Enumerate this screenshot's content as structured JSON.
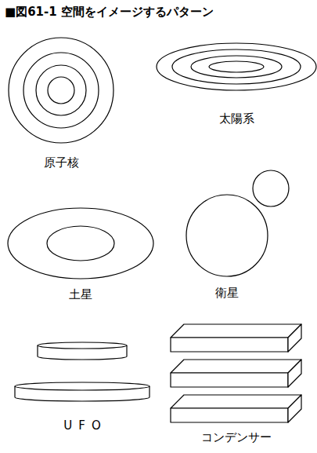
{
  "diagram": {
    "title": "■図61-1 空間をイメージするパターン",
    "labels": [
      "原子核",
      "太陽系",
      "土星",
      "衛星",
      "UFO",
      "コンデンサー"
    ]
  }
}
